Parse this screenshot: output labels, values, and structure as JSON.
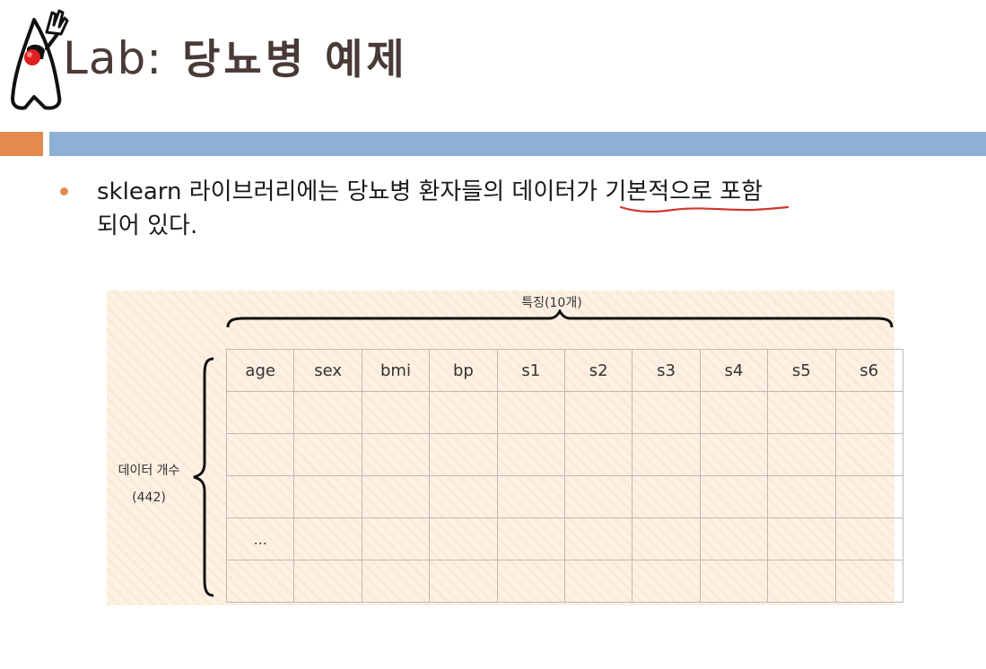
{
  "title": {
    "latin": "Lab:",
    "korean": "당뇨병 예제"
  },
  "bullet": {
    "keyword": "sklearn",
    "line1_rest": " 라이브러리에는 당뇨병 환자들의 데이터가 기본적으로 포함",
    "line2": "되어 있다."
  },
  "figure": {
    "feature_label": "특징(10개)",
    "rows_label_line1": "데이터 개수",
    "rows_label_line2": "(442)",
    "columns": [
      "age",
      "sex",
      "bmi",
      "bp",
      "s1",
      "s2",
      "s3",
      "s4",
      "s5",
      "s6"
    ],
    "rows": [
      [
        "",
        "",
        "",
        "",
        "",
        "",
        "",
        "",
        "",
        ""
      ],
      [
        "",
        "",
        "",
        "",
        "",
        "",
        "",
        "",
        "",
        ""
      ],
      [
        "",
        "",
        "",
        "",
        "",
        "",
        "",
        "",
        "",
        ""
      ],
      [
        "...",
        "",
        "",
        "",
        "",
        "",
        "",
        "",
        "",
        ""
      ],
      [
        "",
        "",
        "",
        "",
        "",
        "",
        "",
        "",
        "",
        ""
      ]
    ]
  },
  "colors": {
    "accent_orange": "#e48a4e",
    "accent_blue": "#8fb0d5",
    "title_text": "#4a3a36",
    "underline_red": "#d0382b",
    "figure_bg": "#fdf1e4"
  },
  "icons": {
    "mascot": "duke-java-mascot-icon"
  }
}
